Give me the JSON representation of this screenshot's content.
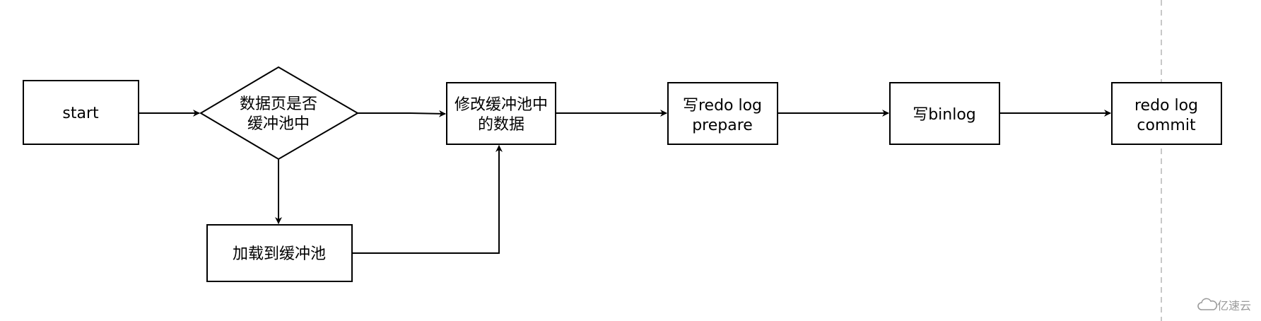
{
  "nodes": {
    "start": {
      "label": "start"
    },
    "decision": {
      "line1": "数据页是否",
      "line2": "缓冲池中"
    },
    "load": {
      "label": "加载到缓冲池"
    },
    "modify": {
      "line1": "修改缓冲池中",
      "line2": "的数据"
    },
    "redo_prepare": {
      "line1": "写redo log",
      "line2": "prepare"
    },
    "binlog": {
      "label": "写binlog"
    },
    "redo_commit": {
      "line1": "redo log",
      "line2": "commit"
    }
  },
  "watermark": {
    "text": "亿速云"
  },
  "colors": {
    "line": "#000000",
    "background": "#ffffff",
    "divider": "#c8c8c8",
    "watermark": "#9a9a9a"
  }
}
